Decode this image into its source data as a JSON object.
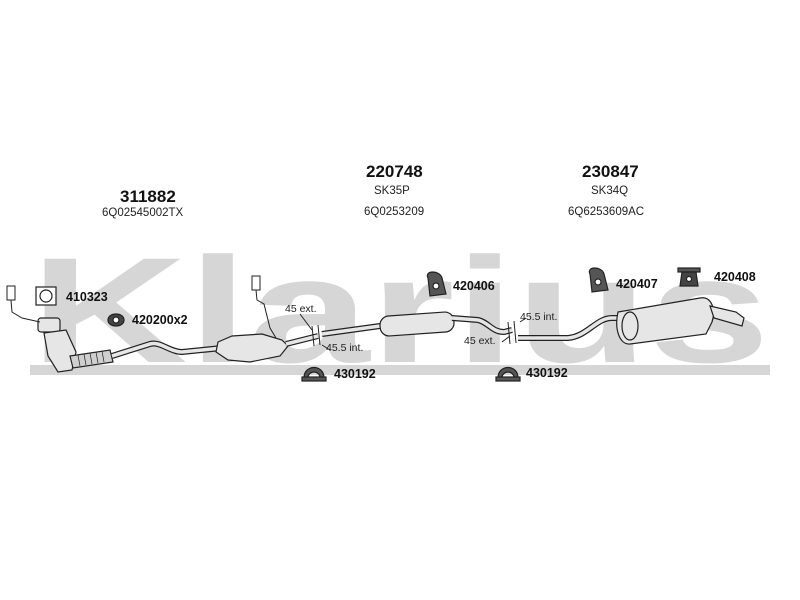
{
  "watermark": "Klarius",
  "assemblies": [
    {
      "part_number": "311882",
      "name": "",
      "code": "6Q02545002TX"
    },
    {
      "part_number": "220748",
      "name": "SK35P",
      "code": "6Q0253209"
    },
    {
      "part_number": "230847",
      "name": "SK34Q",
      "code": "6Q6253609AC"
    }
  ],
  "fittings": {
    "gasket": "410323",
    "mount_front": "420200x2",
    "clamp_1": "430192",
    "hanger_mid": "420406",
    "clamp_2": "430192",
    "hanger_rear_1": "420407",
    "hanger_rear_2": "420408"
  },
  "joints": {
    "front_ext": "45 ext.",
    "front_int": "45.5 int.",
    "rear_int": "45.5 int.",
    "rear_ext": "45 ext."
  },
  "colors": {
    "watermark": "#d6d6d6",
    "line": "#222222",
    "part_fill": "#e6e6e6"
  }
}
